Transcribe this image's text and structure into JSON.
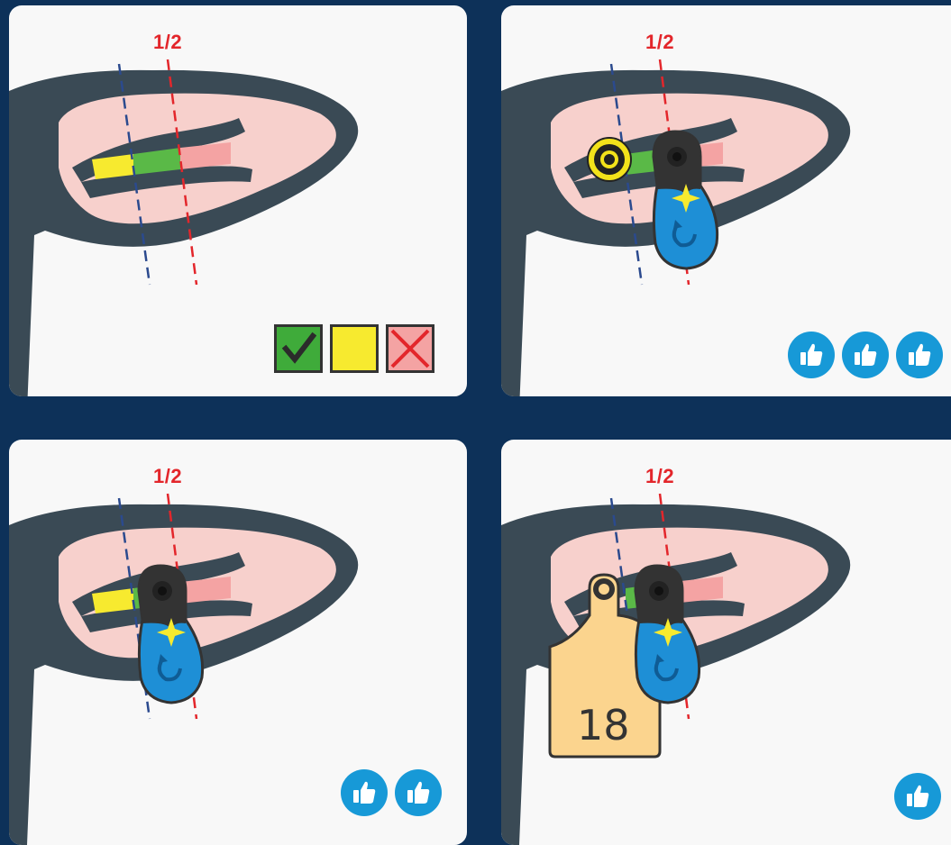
{
  "panels": [
    {
      "id": "panel-zones",
      "half_label": "1/2",
      "legend": [
        {
          "name": "good",
          "color": "#3fab3a",
          "symbol": "check-icon"
        },
        {
          "name": "acceptable",
          "color": "#f7ea2f",
          "symbol": ""
        },
        {
          "name": "bad",
          "color": "#f4a3a3",
          "symbol": "cross-icon"
        }
      ]
    },
    {
      "id": "panel-tagged-button",
      "half_label": "1/2",
      "rating_count": 3
    },
    {
      "id": "panel-tagged-middle",
      "half_label": "1/2",
      "rating_count": 2
    },
    {
      "id": "panel-tagged-flag",
      "half_label": "1/2",
      "rating_count": 1,
      "tag_number": "18"
    }
  ],
  "colors": {
    "background": "#0d3159",
    "ear": "#3a4a55",
    "ear_inner": "#f7d0cc",
    "zone_yellow": "#f7ea2f",
    "zone_green": "#5ab947",
    "zone_red": "#f4a3a3",
    "tag_blue": "#1e8fd6",
    "tag_black": "#333333",
    "flag_tag": "#fbd48e",
    "thumb": "#1799d7",
    "half_line": "#e3262b",
    "quarter_line": "#2b4a8e"
  }
}
